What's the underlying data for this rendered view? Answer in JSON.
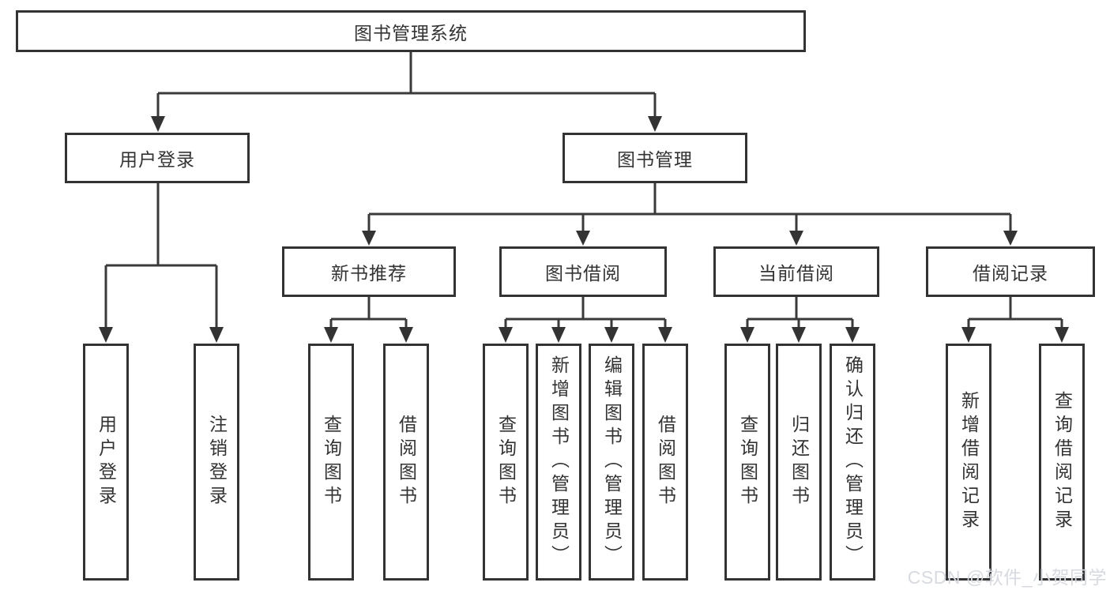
{
  "diagram": {
    "title": "图书管理系统",
    "level2": [
      {
        "label": "用户登录"
      },
      {
        "label": "图书管理"
      }
    ],
    "level3": [
      {
        "label": "新书推荐",
        "parent": "图书管理"
      },
      {
        "label": "图书借阅",
        "parent": "图书管理"
      },
      {
        "label": "当前借阅",
        "parent": "图书管理"
      },
      {
        "label": "借阅记录",
        "parent": "图书管理"
      }
    ],
    "leaves": [
      {
        "label": "用户登录",
        "parent": "用户登录"
      },
      {
        "label": "注销登录",
        "parent": "用户登录"
      },
      {
        "label": "查询图书",
        "parent": "新书推荐"
      },
      {
        "label": "借阅图书",
        "parent": "新书推荐"
      },
      {
        "label": "查询图书",
        "parent": "图书借阅"
      },
      {
        "label": "新增图书（管理员）",
        "parent": "图书借阅"
      },
      {
        "label": "编辑图书（管理员）",
        "parent": "图书借阅"
      },
      {
        "label": "借阅图书",
        "parent": "图书借阅"
      },
      {
        "label": "查询图书",
        "parent": "当前借阅"
      },
      {
        "label": "归还图书",
        "parent": "当前借阅"
      },
      {
        "label": "确认归还（管理员）",
        "parent": "当前借阅"
      },
      {
        "label": "新增借阅记录",
        "parent": "借阅记录"
      },
      {
        "label": "查询借阅记录",
        "parent": "借阅记录"
      }
    ]
  },
  "watermark": "CSDN @软件_小贺同学",
  "colors": {
    "background": "#ffffff",
    "box_border": "#333333",
    "connector_line": "#3a3a3a",
    "text": "#333333",
    "watermark_text": "#d7dae0"
  }
}
